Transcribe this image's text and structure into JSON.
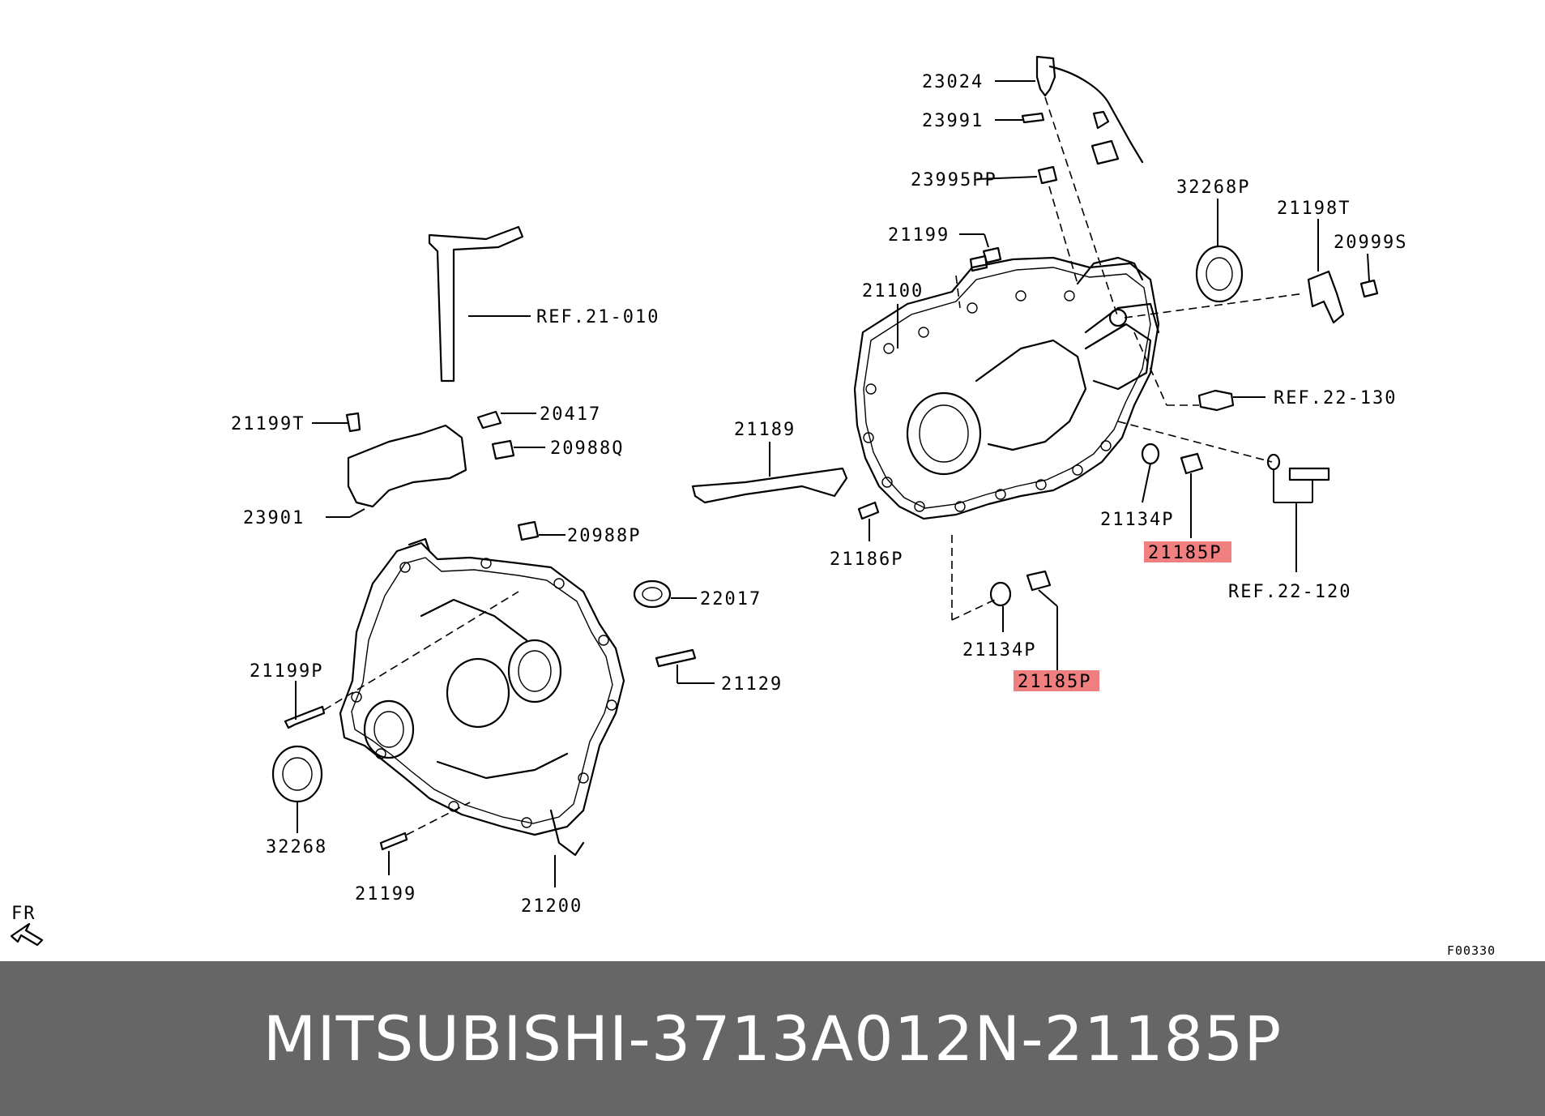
{
  "callouts": {
    "c23024": "23024",
    "c23991": "23991",
    "c23995pp": "23995PP",
    "c32268p": "32268P",
    "c21198t": "21198T",
    "c20999s": "20999S",
    "c21199a": "21199",
    "c21100": "21100",
    "ref_21_010": "REF.21-010",
    "c21199t": "21199T",
    "c20417": "20417",
    "c20988q": "20988Q",
    "c21189": "21189",
    "ref_22_130": "REF.22-130",
    "c23901": "23901",
    "c20988p": "20988P",
    "c21134p_a": "21134P",
    "c21185p_a": "21185P",
    "c21186p": "21186P",
    "c22017": "22017",
    "ref_22_120": "REF.22-120",
    "c21134p_b": "21134P",
    "c21199p": "21199P",
    "c21129": "21129",
    "c21185p_b": "21185P",
    "c32268": "32268",
    "c21199b": "21199",
    "c21200": "21200"
  },
  "direction_marker": "FR",
  "figure_code": "F00330",
  "highlight_color": "#f08080",
  "footer": {
    "brand": "MITSUBISHI",
    "separator": "-",
    "part_number": "3713A012",
    "ref_prefix": "N",
    "ref_number": "21185P",
    "background": "#666666"
  }
}
